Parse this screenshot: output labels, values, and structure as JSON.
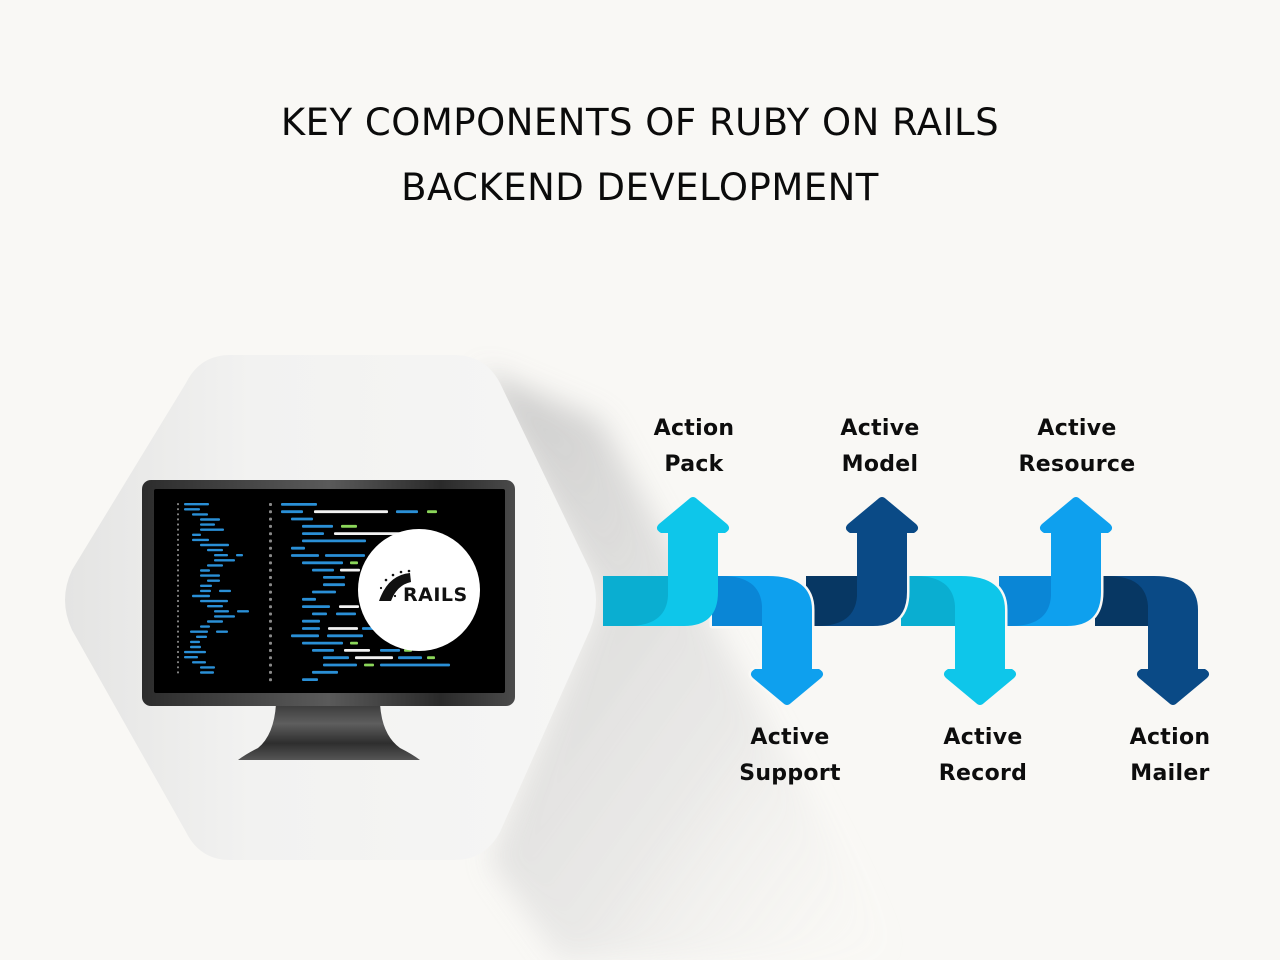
{
  "title": {
    "line1": "KEY COMPONENTS OF RUBY ON RAILS",
    "line2": "BACKEND DEVELOPMENT"
  },
  "illustration": {
    "device": "desktop-monitor",
    "screen_content": "code-editor",
    "logo_text": "RAILS"
  },
  "colors": {
    "background": "#f9f8f5",
    "hexagon": "#f3f3f2",
    "monitor_frame": "#3a3a3a",
    "screen": "#000000",
    "code_blue": "#2a8fd6",
    "code_white": "#f2f2f2",
    "code_green": "#8bd65a",
    "cyan": "#0ec6ea",
    "cyan_dark": "#0aaed1",
    "bright_blue": "#0ea0ee",
    "mid_blue": "#0a86d6",
    "navy": "#0a4a86",
    "navy_dark": "#073763"
  },
  "components": [
    {
      "line1": "Action",
      "line2": "Pack",
      "direction": "up",
      "color": "cyan"
    },
    {
      "line1": "Active",
      "line2": "Support",
      "direction": "down",
      "color": "bright_blue"
    },
    {
      "line1": "Active",
      "line2": "Model",
      "direction": "up",
      "color": "navy"
    },
    {
      "line1": "Active",
      "line2": "Record",
      "direction": "down",
      "color": "cyan"
    },
    {
      "line1": "Active",
      "line2": "Resource",
      "direction": "up",
      "color": "bright_blue"
    },
    {
      "line1": "Action",
      "line2": "Mailer",
      "direction": "down",
      "color": "navy"
    }
  ]
}
